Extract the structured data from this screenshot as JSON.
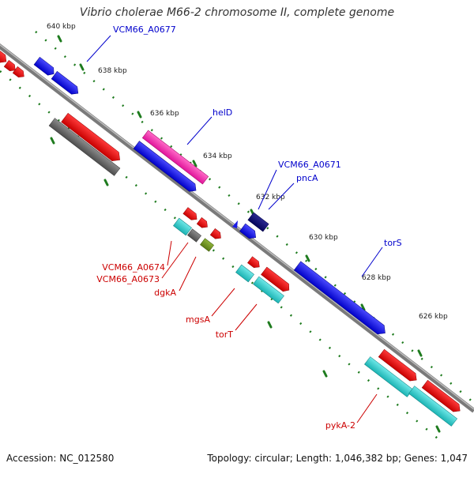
{
  "title": "Vibrio cholerae M66-2 chromosome II, complete genome",
  "footer": {
    "accession": "Accession: NC_012580",
    "summary": "Topology: circular; Length: 1,046,382 bp; Genes: 1,047"
  },
  "colors": {
    "background": "#ffffff",
    "tick": "#1e7b1e",
    "backbone": "#7a7a7a",
    "blue_label": "#0000cc",
    "red_label": "#cc0000"
  },
  "ticks": [
    "640 kbp",
    "638 kbp",
    "636 kbp",
    "634 kbp",
    "632 kbp",
    "630 kbp",
    "628 kbp",
    "626 kbp"
  ],
  "gene_labels": {
    "blue": [
      "VCM66_A0677",
      "helD",
      "VCM66_A0671",
      "pncA",
      "torS"
    ],
    "red": [
      "VCM66_A0674",
      "VCM66_A0673",
      "dgkA",
      "mgsA",
      "torT",
      "pykA-2"
    ]
  }
}
